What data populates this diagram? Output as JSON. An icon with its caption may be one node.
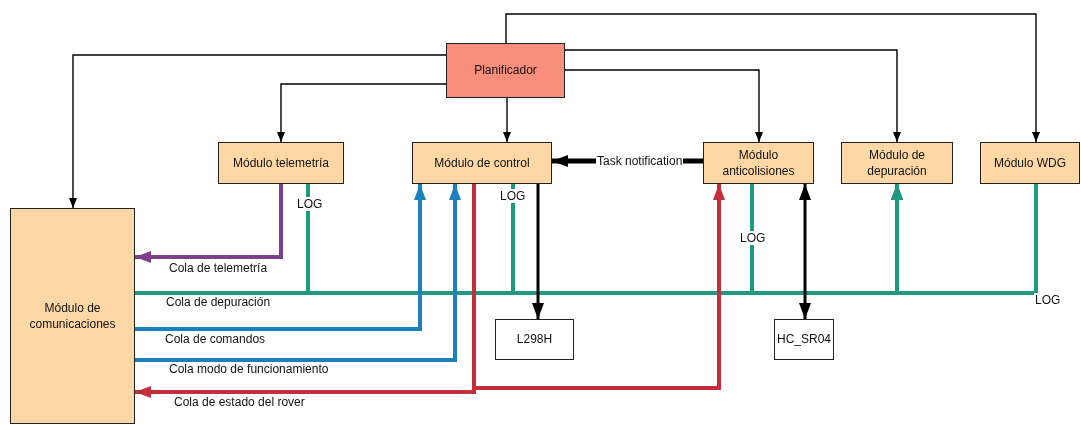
{
  "diagram": {
    "nodes": [
      {
        "text": [
          "Planificador"
        ]
      },
      {
        "text": [
          "Módulo telemetría"
        ]
      },
      {
        "text": [
          "Módulo de control"
        ]
      },
      {
        "text": [
          "Módulo anticolisiones"
        ]
      },
      {
        "text": [
          "Módulo de depuración"
        ]
      },
      {
        "text": [
          "Módulo WDG"
        ]
      },
      {
        "text": [
          "Módulo de comunicaciones"
        ]
      },
      {
        "text": [
          "L298H"
        ]
      },
      {
        "text": [
          "HC_SR04"
        ]
      }
    ],
    "edges": [
      {
        "from": 0,
        "to": 6,
        "arrow": "to"
      },
      {
        "from": 0,
        "to": 1,
        "arrow": "to"
      },
      {
        "from": 0,
        "to": 2,
        "arrow": "to"
      },
      {
        "from": 0,
        "to": 3,
        "arrow": "to"
      },
      {
        "from": 0,
        "to": 4,
        "arrow": "to"
      },
      {
        "from": 0,
        "to": 5,
        "arrow": "to"
      },
      {
        "from": 3,
        "to": 2,
        "arrow": "to",
        "label": "Task notification"
      },
      {
        "from": 1,
        "to": 6,
        "arrow": "to",
        "label": "Cola de telemetría",
        "color": "#7d3f8c"
      },
      {
        "from": 6,
        "to": 4,
        "arrow": "to",
        "label": "Cola de depuración",
        "color": "#1f9a80"
      },
      {
        "from": 1,
        "to": 4,
        "arrow": "to",
        "label": "LOG",
        "color": "#1f9a80"
      },
      {
        "from": 2,
        "to": 4,
        "arrow": "to",
        "label": "LOG",
        "color": "#1f9a80"
      },
      {
        "from": 3,
        "to": 4,
        "arrow": "to",
        "label": "LOG",
        "color": "#1f9a80"
      },
      {
        "from": 5,
        "to": 4,
        "arrow": "to",
        "label": "LOG",
        "color": "#1f9a80"
      },
      {
        "from": 6,
        "to": 2,
        "arrow": "to",
        "label": "Cola de comandos",
        "color": "#1b7fc0"
      },
      {
        "from": 6,
        "to": 2,
        "arrow": "to",
        "label": "Cola modo de funcionamiento",
        "color": "#1b7fc0"
      },
      {
        "from": 2,
        "to": 6,
        "arrow": "to",
        "label": "Cola de estado del rover",
        "color": "#c62d3b"
      },
      {
        "from": 2,
        "to": 3,
        "arrow": "to",
        "color": "#c62d3b"
      },
      {
        "from": 2,
        "to": 7,
        "arrow": "to"
      },
      {
        "from": 3,
        "to": 8,
        "arrow": "both"
      }
    ]
  }
}
